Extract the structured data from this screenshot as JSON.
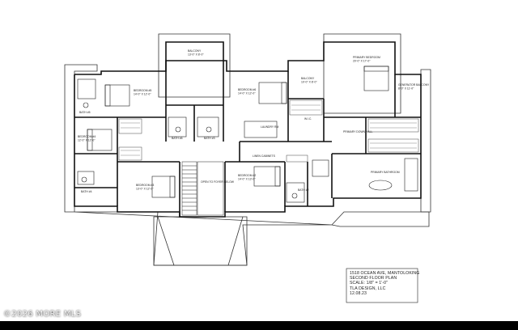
{
  "diagram": {
    "rooms": [
      {
        "id": "balcony-1",
        "label": "BALCONY",
        "dims": "13'-0\" X 8'-0\""
      },
      {
        "id": "balcony-2",
        "label": "BALCONY",
        "dims": "10'-0\" X 8'-0\""
      },
      {
        "id": "primary-bedroom",
        "label": "PRIMARY BEDROOM",
        "dims": "20'-0\" X 17'-0\""
      },
      {
        "id": "generator",
        "label": "GENERATOR BALCONY",
        "dims": "8'-0\" X 11'-0\""
      },
      {
        "id": "bedroom-5",
        "label": "BEDROOM #5",
        "dims": "14'-0\" X 12'-0\""
      },
      {
        "id": "bedroom-6",
        "label": "BEDROOM #6",
        "dims": "14'-0\" X 12'-0\""
      },
      {
        "id": "bedroom-4",
        "label": "BEDROOM #4",
        "dims": "12'-0\" X 12'-0\""
      },
      {
        "id": "bedroom-3",
        "label": "BEDROOM #3",
        "dims": "13'-0\" X 12'-0\""
      },
      {
        "id": "bedroom-2",
        "label": "BEDROOM #2",
        "dims": "14'-0\" X 13'-0\""
      },
      {
        "id": "bath-5",
        "label": "BATH #5",
        "dims": ""
      },
      {
        "id": "bath-6",
        "label": "BATH #6",
        "dims": ""
      },
      {
        "id": "bath-4",
        "label": "BATH #4",
        "dims": ""
      },
      {
        "id": "bath-3",
        "label": "BATH #3",
        "dims": ""
      },
      {
        "id": "bath-2",
        "label": "BATH #2",
        "dims": ""
      },
      {
        "id": "laundry",
        "label": "LAUNDRY RM",
        "dims": ""
      },
      {
        "id": "primary-hall",
        "label": "PRIMARY DOWN HALL",
        "dims": ""
      },
      {
        "id": "wic",
        "label": "W.I.C.",
        "dims": ""
      },
      {
        "id": "primary-bath",
        "label": "PRIMARY BATHROOM",
        "dims": ""
      },
      {
        "id": "linen",
        "label": "LINEN CABINETS",
        "dims": ""
      },
      {
        "id": "open-below",
        "label": "OPEN TO FOYER BELOW",
        "dims": ""
      }
    ]
  },
  "title_block": {
    "line1": "1518 OCEAN AVE, MANTOLOKING",
    "line2": "SECOND FLOOR PLAN",
    "line3": "SCALE: 1/8\" = 1'-0\"",
    "line4": "TLA DESIGN, LLC",
    "line5": "12.08.23"
  },
  "watermark": "©2026 MORE MLS"
}
